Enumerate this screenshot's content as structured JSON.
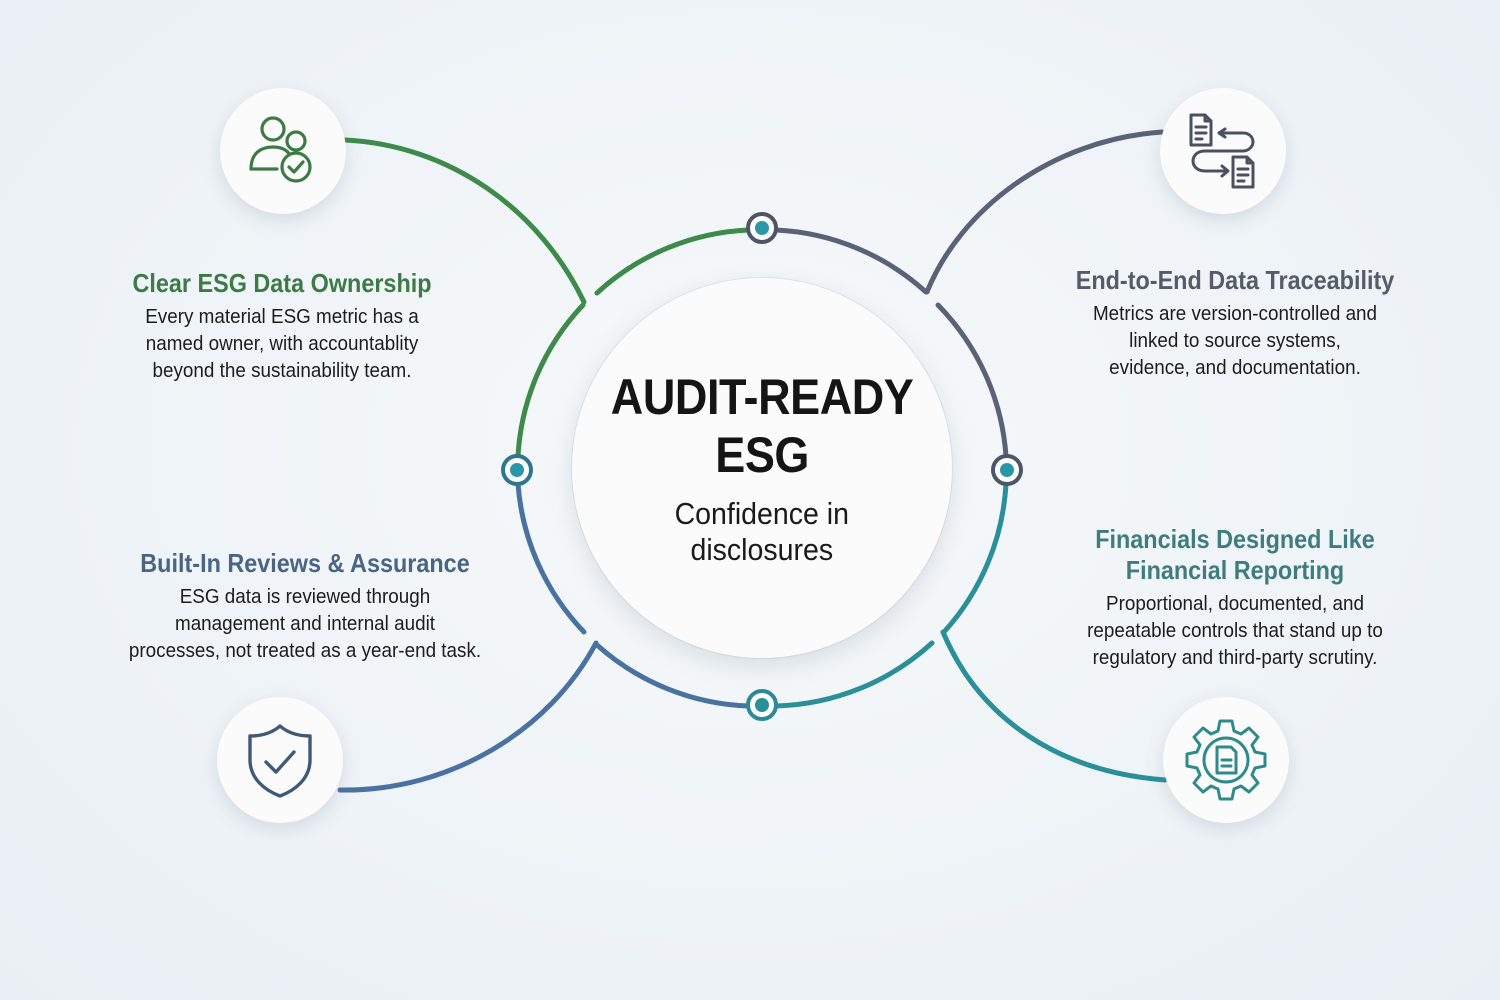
{
  "colors": {
    "green": "#3d8a4a",
    "slate": "#5a6278",
    "blue": "#4a72a0",
    "teal": "#2a8f98",
    "node_fill": "#2a97a8",
    "background": "#eef3f7"
  },
  "center": {
    "title_line1": "AUDIT-READY",
    "title_line2": "ESG",
    "subtitle_line1": "Confidence in",
    "subtitle_line2": "disclosures"
  },
  "cards": [
    {
      "position": "top-left",
      "icon": "users-check-icon",
      "color": "#3d7a46",
      "title": "Clear ESG Data Ownership",
      "body_lines": [
        "Every material ESG metric has a",
        "named owner, with accountablity",
        "beyond the sustainability team."
      ]
    },
    {
      "position": "top-right",
      "icon": "document-exchange-icon",
      "color": "#555b68",
      "title": "End-to-End Data Traceability",
      "body_lines": [
        "Metrics are version-controlled and",
        "linked to source systems,",
        "evidence, and documentation."
      ]
    },
    {
      "position": "bottom-left",
      "icon": "shield-check-icon",
      "color": "#4a6583",
      "title": "Built-In Reviews & Assurance",
      "body_lines": [
        "ESG data is reviewed through",
        "management and internal audit",
        "processes, not treated as a year-end task."
      ]
    },
    {
      "position": "bottom-right",
      "icon": "gear-document-icon",
      "color": "#3f7c80",
      "title_lines": [
        "Financials Designed Like",
        "Financial Reporting"
      ],
      "body_lines": [
        "Proportional, documented, and",
        "repeatable controls that stand up to",
        "regulatory and third-party scrutiny."
      ]
    }
  ],
  "connector_nodes": [
    "top",
    "left",
    "right",
    "bottom"
  ]
}
